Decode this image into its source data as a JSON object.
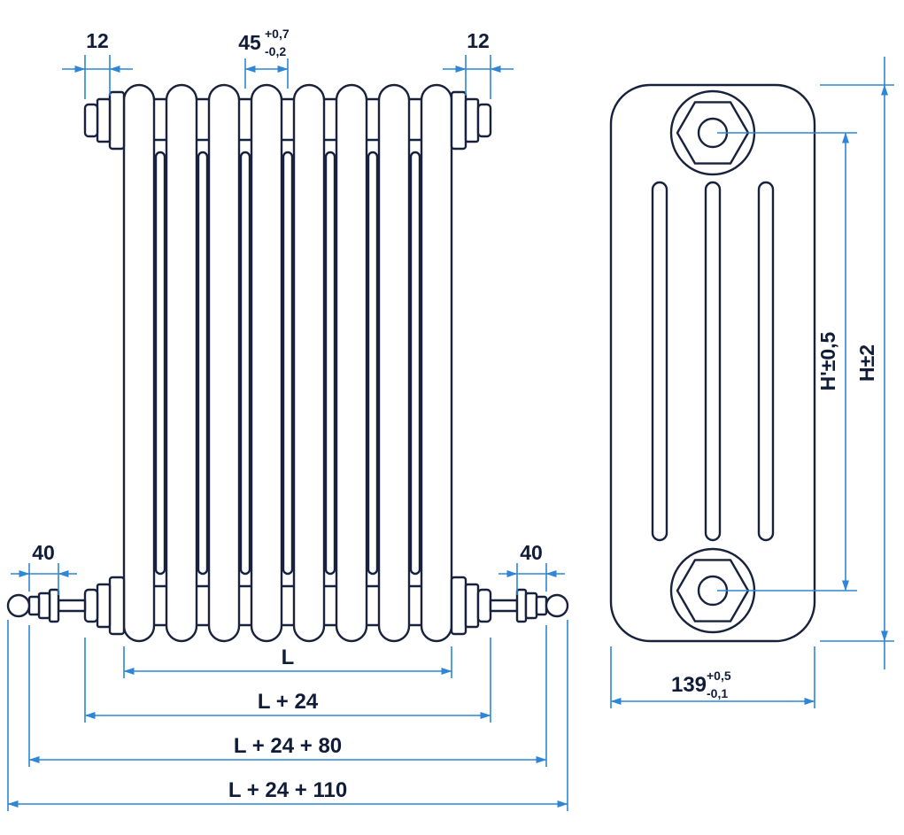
{
  "colors": {
    "background": "#ffffff",
    "outline": "#18223d",
    "dimension": "#2f86d5",
    "text": "#101c38"
  },
  "front_view": {
    "cap_width_left": "12",
    "cap_width_right": "12",
    "pitch": {
      "value": "45",
      "tol_plus": "+0,7",
      "tol_minus": "-0,2"
    },
    "valve_left": "40",
    "valve_right": "40",
    "length": "L",
    "length_with_caps": "L + 24",
    "length_with_valves": "L + 24 + 80",
    "length_total": "L + 24 + 110"
  },
  "side_view": {
    "pivot_height": "H'±0,5",
    "total_height": "H±2",
    "depth": {
      "value": "139",
      "tol_plus": "+0,5",
      "tol_minus": "-0,1"
    }
  }
}
